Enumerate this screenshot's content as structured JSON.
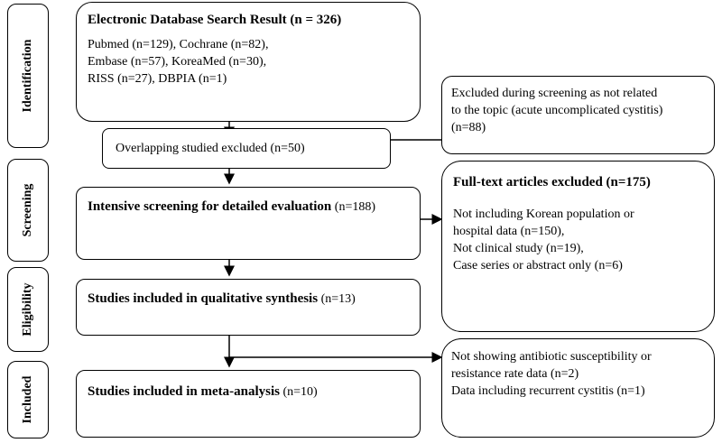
{
  "stages": [
    "Identification",
    "Screening",
    "Eligibility",
    "Included"
  ],
  "search": {
    "title_bold": "Electronic Database Search Result (n = 326)",
    "lines": [
      "Pubmed (n=129), Cochrane (n=82),",
      "Embase (n=57), KoreaMed (n=30),",
      "RISS (n=27), DBPIA (n=1)"
    ]
  },
  "overlap": {
    "text": "Overlapping studied excluded (n=50)"
  },
  "excluded_screening": {
    "lines": [
      "Excluded during screening as not related",
      "to the topic (acute uncomplicated cystitis)",
      "(n=88)"
    ]
  },
  "intensive": {
    "bold": "Intensive screening for detailed evaluation",
    "count": " (n=188)"
  },
  "fulltext_excluded": {
    "title_bold": "Full-text articles excluded (n=175)",
    "lines": [
      "Not including Korean population or",
      "hospital data (n=150),",
      "Not clinical study (n=19),",
      "Case series or abstract only (n=6)"
    ]
  },
  "qualitative": {
    "bold": "Studies included in qualitative synthesis",
    "count": " (n=13)"
  },
  "excluded_final": {
    "lines": [
      "Not showing antibiotic susceptibility or",
      "resistance rate data (n=2)",
      "Data including recurrent cystitis (n=1)"
    ]
  },
  "meta": {
    "bold": "Studies included in meta-analysis",
    "count": " (n=10)"
  }
}
